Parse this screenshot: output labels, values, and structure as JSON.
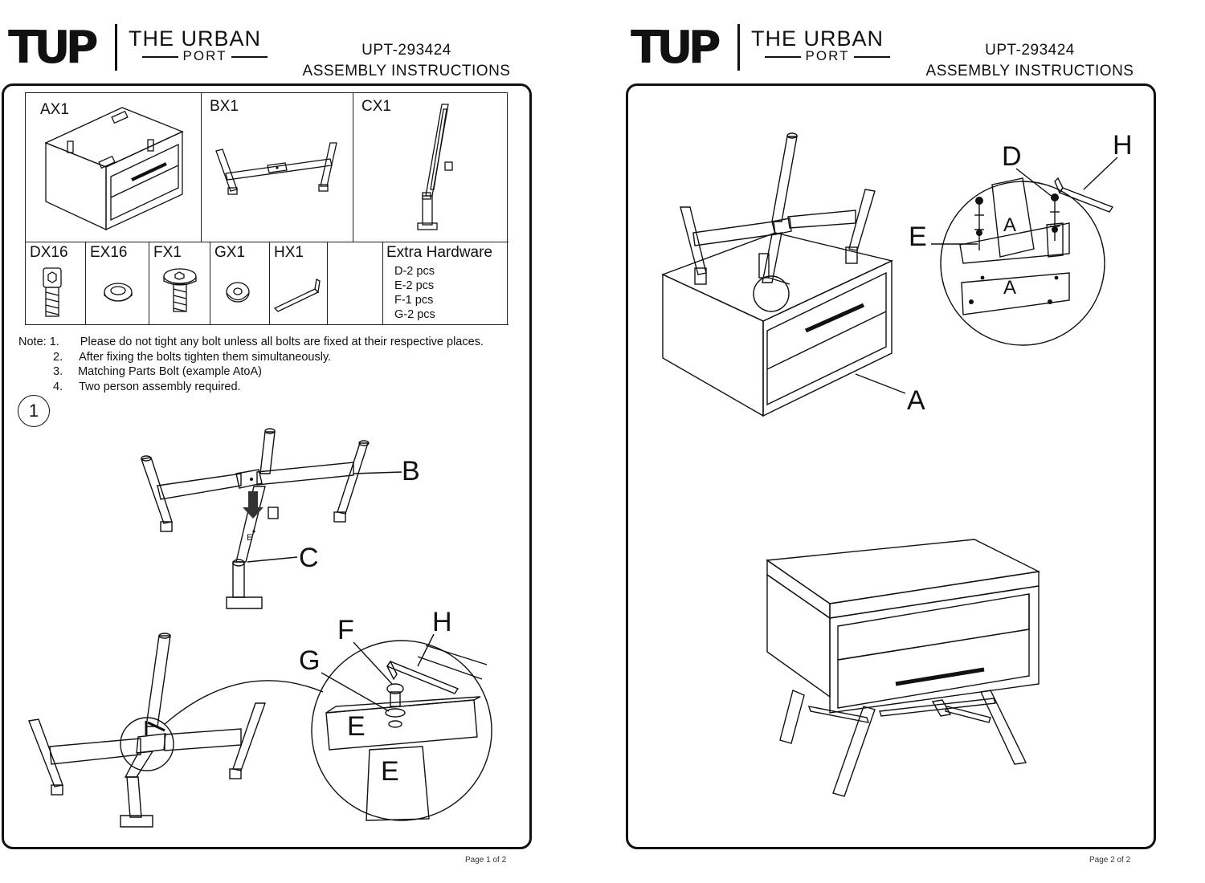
{
  "brand": {
    "mark": "TUP",
    "name_line1": "THE URBAN",
    "name_line2": "PORT"
  },
  "header": {
    "model": "UPT-293424",
    "subtitle": "ASSEMBLY INSTRUCTIONS"
  },
  "parts": [
    {
      "label": "AX1"
    },
    {
      "label": "BX1"
    },
    {
      "label": "CX1"
    },
    {
      "label": "DX16"
    },
    {
      "label": "EX16"
    },
    {
      "label": "FX1"
    },
    {
      "label": "GX1"
    },
    {
      "label": "HX1"
    }
  ],
  "extra_hardware": {
    "title": "Extra Hardware",
    "items": [
      "D-2 pcs",
      "E-2 pcs",
      "F-1 pcs",
      "G-2 pcs"
    ]
  },
  "notes": {
    "prefix": "Note:",
    "items": [
      {
        "num": "1.",
        "text": "Please do not tight any bolt unless all bolts are fixed at their respective places."
      },
      {
        "num": "2.",
        "text": "After fixing the bolts tighten them simultaneously."
      },
      {
        "num": "3.",
        "text": "Matching Parts Bolt (example AtoA)"
      },
      {
        "num": "4.",
        "text": "Two person assembly required."
      }
    ]
  },
  "step1": {
    "number": "1",
    "callouts": {
      "b": "B",
      "c": "C",
      "e_frame": "E",
      "f": "F",
      "g": "G",
      "h": "H",
      "e_top": "E",
      "e_bottom": "E"
    }
  },
  "step2": {
    "callouts": {
      "d": "D",
      "h": "H",
      "e": "E",
      "a_top": "A",
      "a_bottom": "A",
      "a_main": "A"
    }
  },
  "footer": {
    "page1": "Page 1 of 2",
    "page2": "Page 2 of 2"
  }
}
